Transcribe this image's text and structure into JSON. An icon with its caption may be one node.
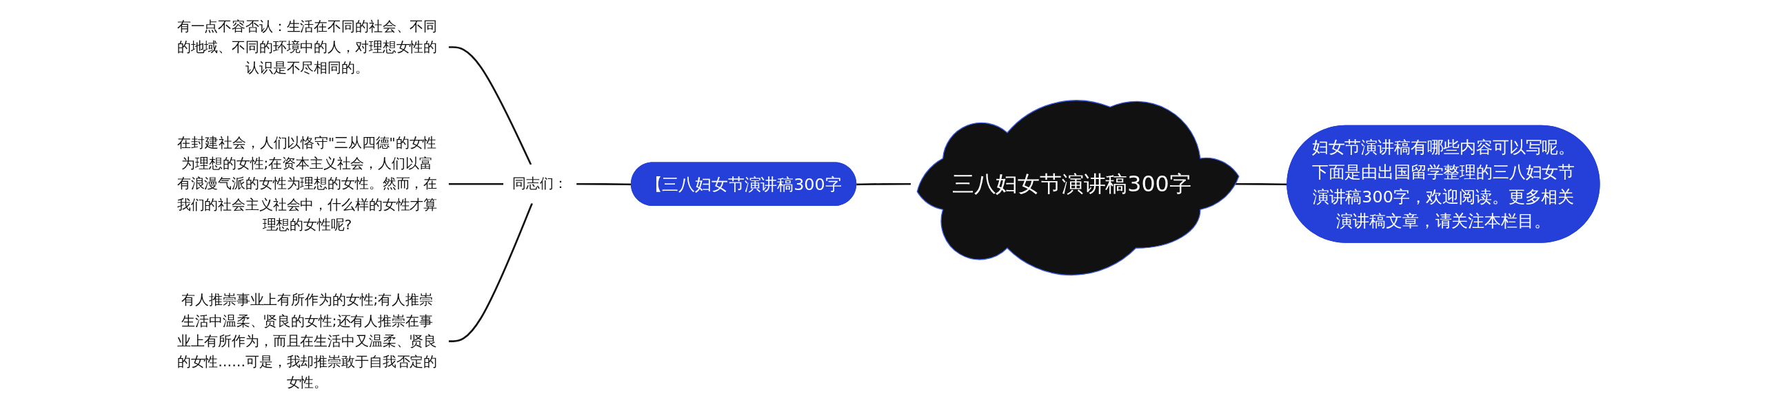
{
  "diagram": {
    "nodes": [
      {
        "text": [
          "三八妇女节演讲稿300字"
        ]
      },
      {
        "text": [
          "妇女节演讲稿有哪些内容可以写呢。下面是由出国留学整理的三八妇女节演讲稿300字，欢迎阅读。更多相关演讲稿文章，请关注本栏目。"
        ]
      },
      {
        "text": [
          "【三八妇女节演讲稿300字"
        ]
      },
      {
        "text": [
          "同志们："
        ]
      },
      {
        "text": [
          "有一点不容否认：生活在不同的社会、不同的地域、不同的环境中的人，对理想女性的认识是不尽相同的。"
        ]
      },
      {
        "text": [
          "在封建社会，人们以恪守\"三从四德\"的女性为理想的女性;在资本主义社会，人们以富有浪漫气派的女性为理想的女性。然而，在我们的社会主义社会中，什么样的女性才算理想的女性呢?"
        ]
      },
      {
        "text": [
          "有人推崇事业上有所作为的女性;有人推崇生活中温柔、贤良的女性;还有人推崇在事业上有所作为，而且在生活中又温柔、贤良的女性……可是，我却推崇敢于自我否定的女性。"
        ]
      }
    ],
    "edges": [
      {
        "from": 4,
        "to": 3,
        "arrow": "none"
      },
      {
        "from": 5,
        "to": 3,
        "arrow": "none"
      },
      {
        "from": 6,
        "to": 3,
        "arrow": "none"
      },
      {
        "from": 3,
        "to": 2,
        "arrow": "none"
      },
      {
        "from": 2,
        "to": 0,
        "arrow": "none"
      },
      {
        "from": 0,
        "to": 1,
        "arrow": "none"
      }
    ]
  }
}
